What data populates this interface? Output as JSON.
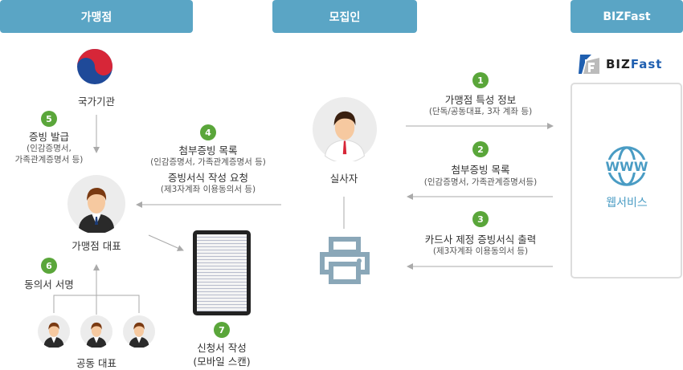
{
  "headers": {
    "merchant": "가맹점",
    "recruiter": "모집인",
    "bizfast": "BIZFast"
  },
  "logo": {
    "text_biz": "BIZ",
    "text_fast": "Fast"
  },
  "nodes": {
    "government": "국가기관",
    "representative": "가맹점 대표",
    "joint_representatives": "공동 대표",
    "examiner": "실사자",
    "web_service": "웹서비스"
  },
  "steps": [
    {
      "num": "1",
      "title": "가맹점 특성 정보",
      "detail": "(단독/공동대표, 3자 계좌 등)"
    },
    {
      "num": "2",
      "title": "첨부증빙 목록",
      "detail": "(인감증명서, 가족관계증명서등)"
    },
    {
      "num": "3",
      "title": "카드사 제정 증빙서식 출력",
      "detail": "(제3자계좌 이용동의서 등)"
    },
    {
      "num": "4",
      "title": "첨부증빙 목록",
      "detail": "(인감증명서, 가족관계증명서 등)",
      "title2": "증빙서식 작성 요청",
      "detail2": "(제3자계좌 이용동의서 등)"
    },
    {
      "num": "5",
      "title": "증빙 발급",
      "detail": "(인감증명서,",
      "detail_line2": "가족관계증명서 등)"
    },
    {
      "num": "6",
      "title": "동의서 서명"
    },
    {
      "num": "7",
      "title": "신청서 작성",
      "detail": "(모바일 스캔)"
    }
  ],
  "colors": {
    "header": "#5aa5c5",
    "step": "#5aa63a",
    "web": "#4a9cc4",
    "arrow": "#aaaaaa"
  }
}
